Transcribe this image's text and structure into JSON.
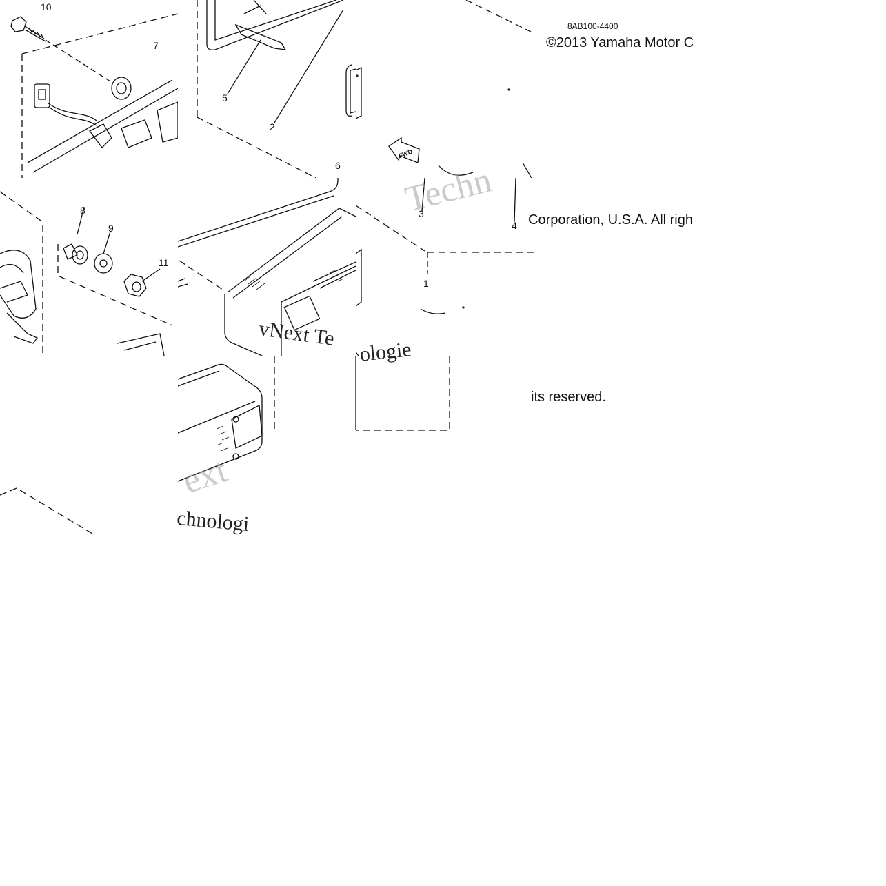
{
  "diagram": {
    "part_code": "8AB100-4400",
    "copyright_line1": "©2013 Yamaha Motor C",
    "copyright_line2": "Corporation, U.S.A. All righ",
    "copyright_line3": "its reserved.",
    "fwd_label": "FWD",
    "callouts": [
      "10",
      "7",
      "5",
      "2",
      "6",
      "3",
      "4",
      "8",
      "9",
      "11",
      "1"
    ],
    "watermarks": {
      "w1": "Techn",
      "w2": "vNext Te",
      "w3": "ologie",
      "w4": "ext",
      "w5": "chnologi"
    }
  }
}
